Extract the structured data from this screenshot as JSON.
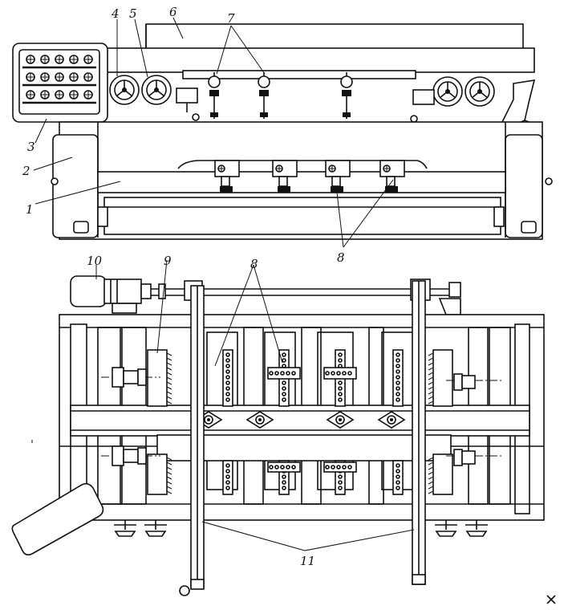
{
  "figure": {
    "callouts": {
      "c1": "1",
      "c2": "2",
      "c3": "3",
      "c4": "4",
      "c5": "5",
      "c6": "6",
      "c7": "7",
      "c8_top": "8",
      "c8_mid": "8",
      "c9": "9",
      "c10": "10",
      "c11": "11"
    }
  }
}
